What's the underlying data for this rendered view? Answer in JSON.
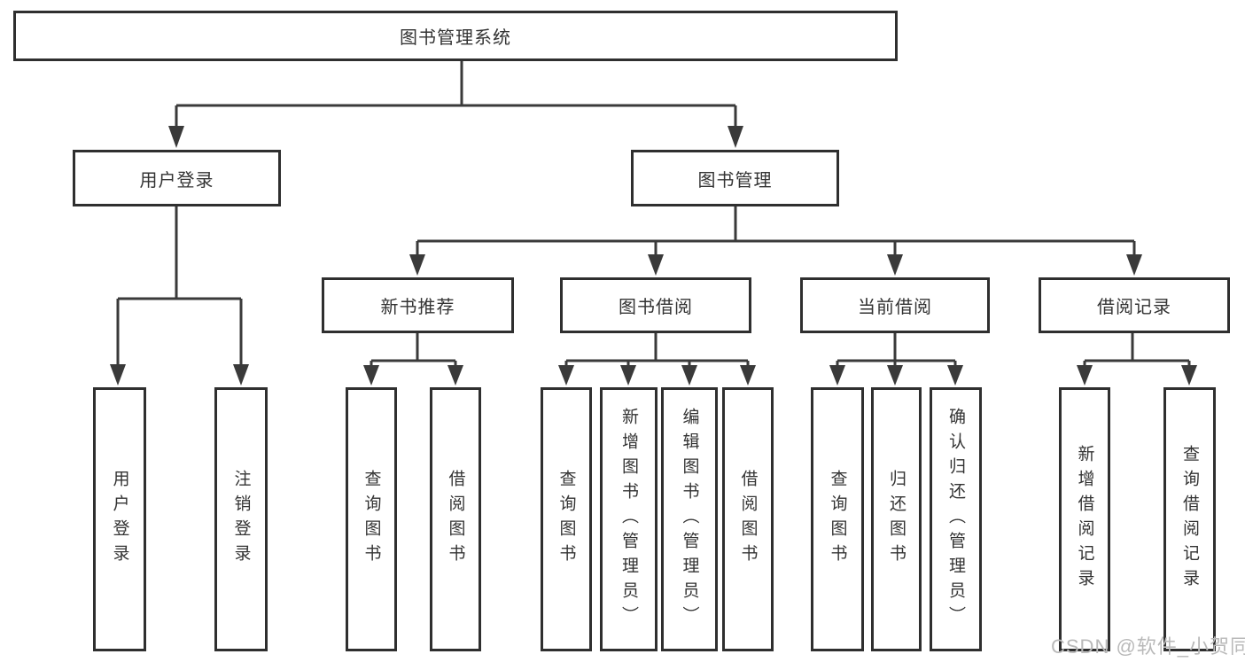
{
  "watermark": "CSDN @软件_小贺同学",
  "colors": {
    "line": "#3a3a3a",
    "box_border": "#2f2f2f",
    "text": "#333333",
    "watermark_text": "#b9b9b9",
    "background": "#ffffff"
  },
  "tree": {
    "root": {
      "label": "图书管理系统",
      "children": [
        {
          "label": "用户登录",
          "children": [
            {
              "label": "用户登录"
            },
            {
              "label": "注销登录"
            }
          ]
        },
        {
          "label": "图书管理",
          "children": [
            {
              "label": "新书推荐",
              "children": [
                {
                  "label": "查询图书"
                },
                {
                  "label": "借阅图书"
                }
              ]
            },
            {
              "label": "图书借阅",
              "children": [
                {
                  "label": "查询图书"
                },
                {
                  "label": "新增图书（管理员）"
                },
                {
                  "label": "编辑图书（管理员）"
                },
                {
                  "label": "借阅图书"
                }
              ]
            },
            {
              "label": "当前借阅",
              "children": [
                {
                  "label": "查询图书"
                },
                {
                  "label": "归还图书"
                },
                {
                  "label": "确认归还（管理员）"
                }
              ]
            },
            {
              "label": "借阅记录",
              "children": [
                {
                  "label": "新增借阅记录"
                },
                {
                  "label": "查询借阅记录"
                }
              ]
            }
          ]
        }
      ]
    }
  }
}
